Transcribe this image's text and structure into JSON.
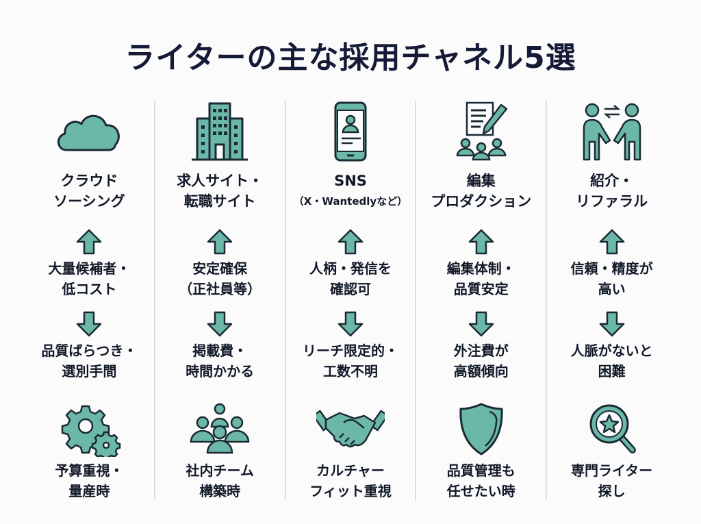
{
  "title": "ライターの主な採用チャネル5選",
  "colors": {
    "accent": "#6cb8a8",
    "outline": "#1a2a33",
    "title": "#151a36",
    "divider": "#dcdcdc"
  },
  "channels": [
    {
      "icon": "cloud-icon",
      "name": [
        "クラウド",
        "ソーシング"
      ],
      "pro": [
        "大量候補者・",
        "低コスト"
      ],
      "con": [
        "品質ばらつき・",
        "選別手間"
      ],
      "use_icon": "gears-icon",
      "use": [
        "予算重視・",
        "量産時"
      ]
    },
    {
      "icon": "office-building-icon",
      "name": [
        "求人サイト・",
        "転職サイト"
      ],
      "pro": [
        "安定確保",
        "（正社員等）"
      ],
      "con": [
        "掲載費・",
        "時間かかる"
      ],
      "use_icon": "team-icon",
      "use": [
        "社内チーム",
        "構築時"
      ]
    },
    {
      "icon": "smartphone-profile-icon",
      "name": [
        "SNS",
        "（X・Wantedlyなど）"
      ],
      "pro": [
        "人柄・発信を",
        "確認可"
      ],
      "con": [
        "リーチ限定的・",
        "工数不明"
      ],
      "use_icon": "handshake-icon",
      "use": [
        "カルチャー",
        "フィット重視"
      ]
    },
    {
      "icon": "document-team-icon",
      "name": [
        "編集",
        "プロダクション"
      ],
      "pro": [
        "編集体制・",
        "品質安定"
      ],
      "con": [
        "外注費が",
        "高額傾向"
      ],
      "use_icon": "shield-icon",
      "use": [
        "品質管理も",
        "任せたい時"
      ]
    },
    {
      "icon": "referral-people-icon",
      "name": [
        "紹介・",
        "リファラル"
      ],
      "pro": [
        "信頼・精度が",
        "高い"
      ],
      "con": [
        "人脈がないと",
        "困難"
      ],
      "use_icon": "magnifier-star-icon",
      "use": [
        "専門ライター",
        "探し"
      ]
    }
  ]
}
